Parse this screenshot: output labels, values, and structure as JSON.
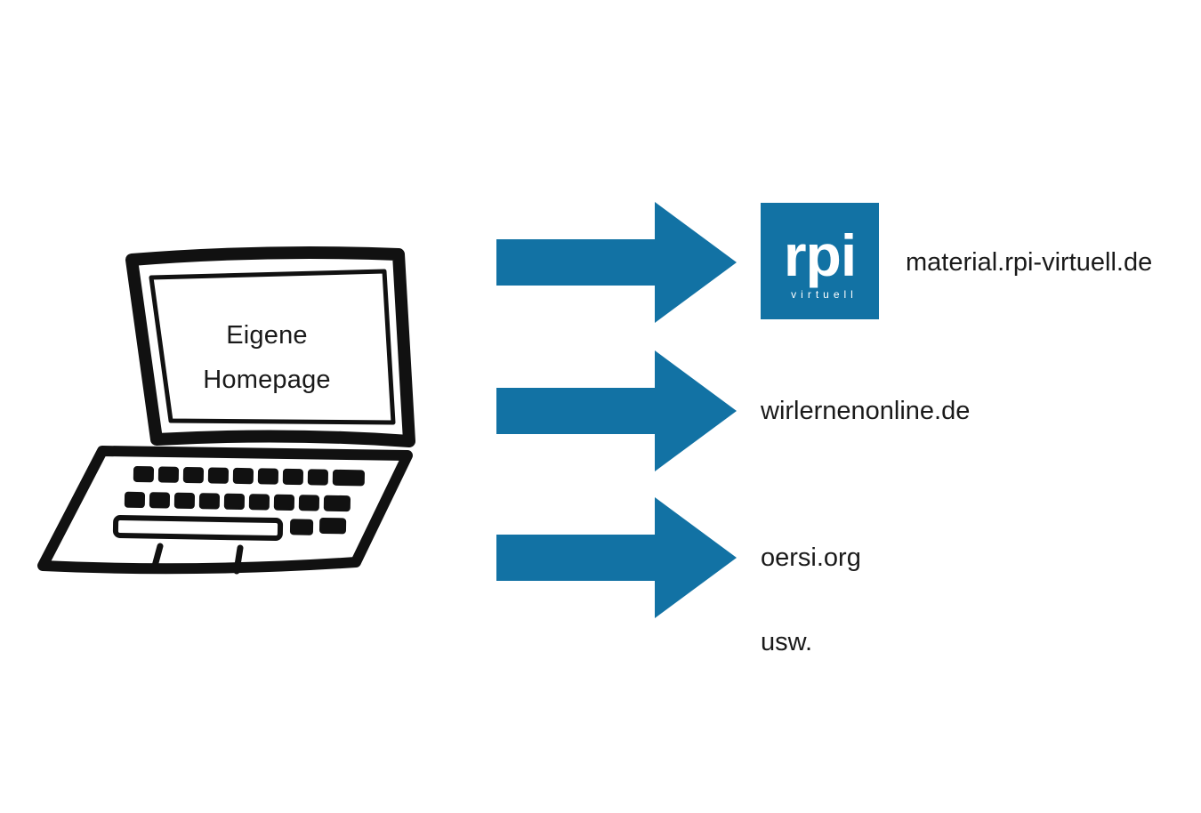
{
  "diagram": {
    "laptop": {
      "screen_line1": "Eigene",
      "screen_line2": "Homepage"
    },
    "logo": {
      "title": "rpi",
      "subtitle": "virtuell"
    },
    "targets": [
      {
        "id": "rpi-virtuell",
        "label": "material.rpi-virtuell.de"
      },
      {
        "id": "wirlernenonline",
        "label": "wirlernenonline.de"
      },
      {
        "id": "oersi",
        "label": "oersi.org"
      }
    ],
    "etc_label": "usw.",
    "colors": {
      "accent_blue": "#1272a4",
      "ink": "#111111",
      "background": "#ffffff"
    }
  }
}
